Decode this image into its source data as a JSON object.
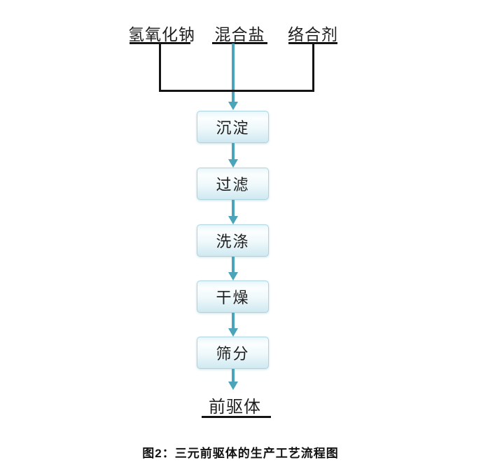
{
  "diagram": {
    "inputs": [
      {
        "label": "氢氧化钠"
      },
      {
        "label": "混合盐"
      },
      {
        "label": "络合剂"
      }
    ],
    "steps": [
      {
        "label": "沉淀"
      },
      {
        "label": "过滤"
      },
      {
        "label": "洗涤"
      },
      {
        "label": "干燥"
      },
      {
        "label": "筛分"
      }
    ],
    "output": {
      "label": "前驱体"
    },
    "caption": "图2：三元前驱体的生产工艺流程图",
    "colors": {
      "arrow": "#4aa4ba",
      "connector_line": "#141414",
      "box_border": "#aed4e0",
      "box_fill_top": "#e9f6fa",
      "box_fill_bottom": "#cfe9f1",
      "background": "#ffffff"
    }
  }
}
